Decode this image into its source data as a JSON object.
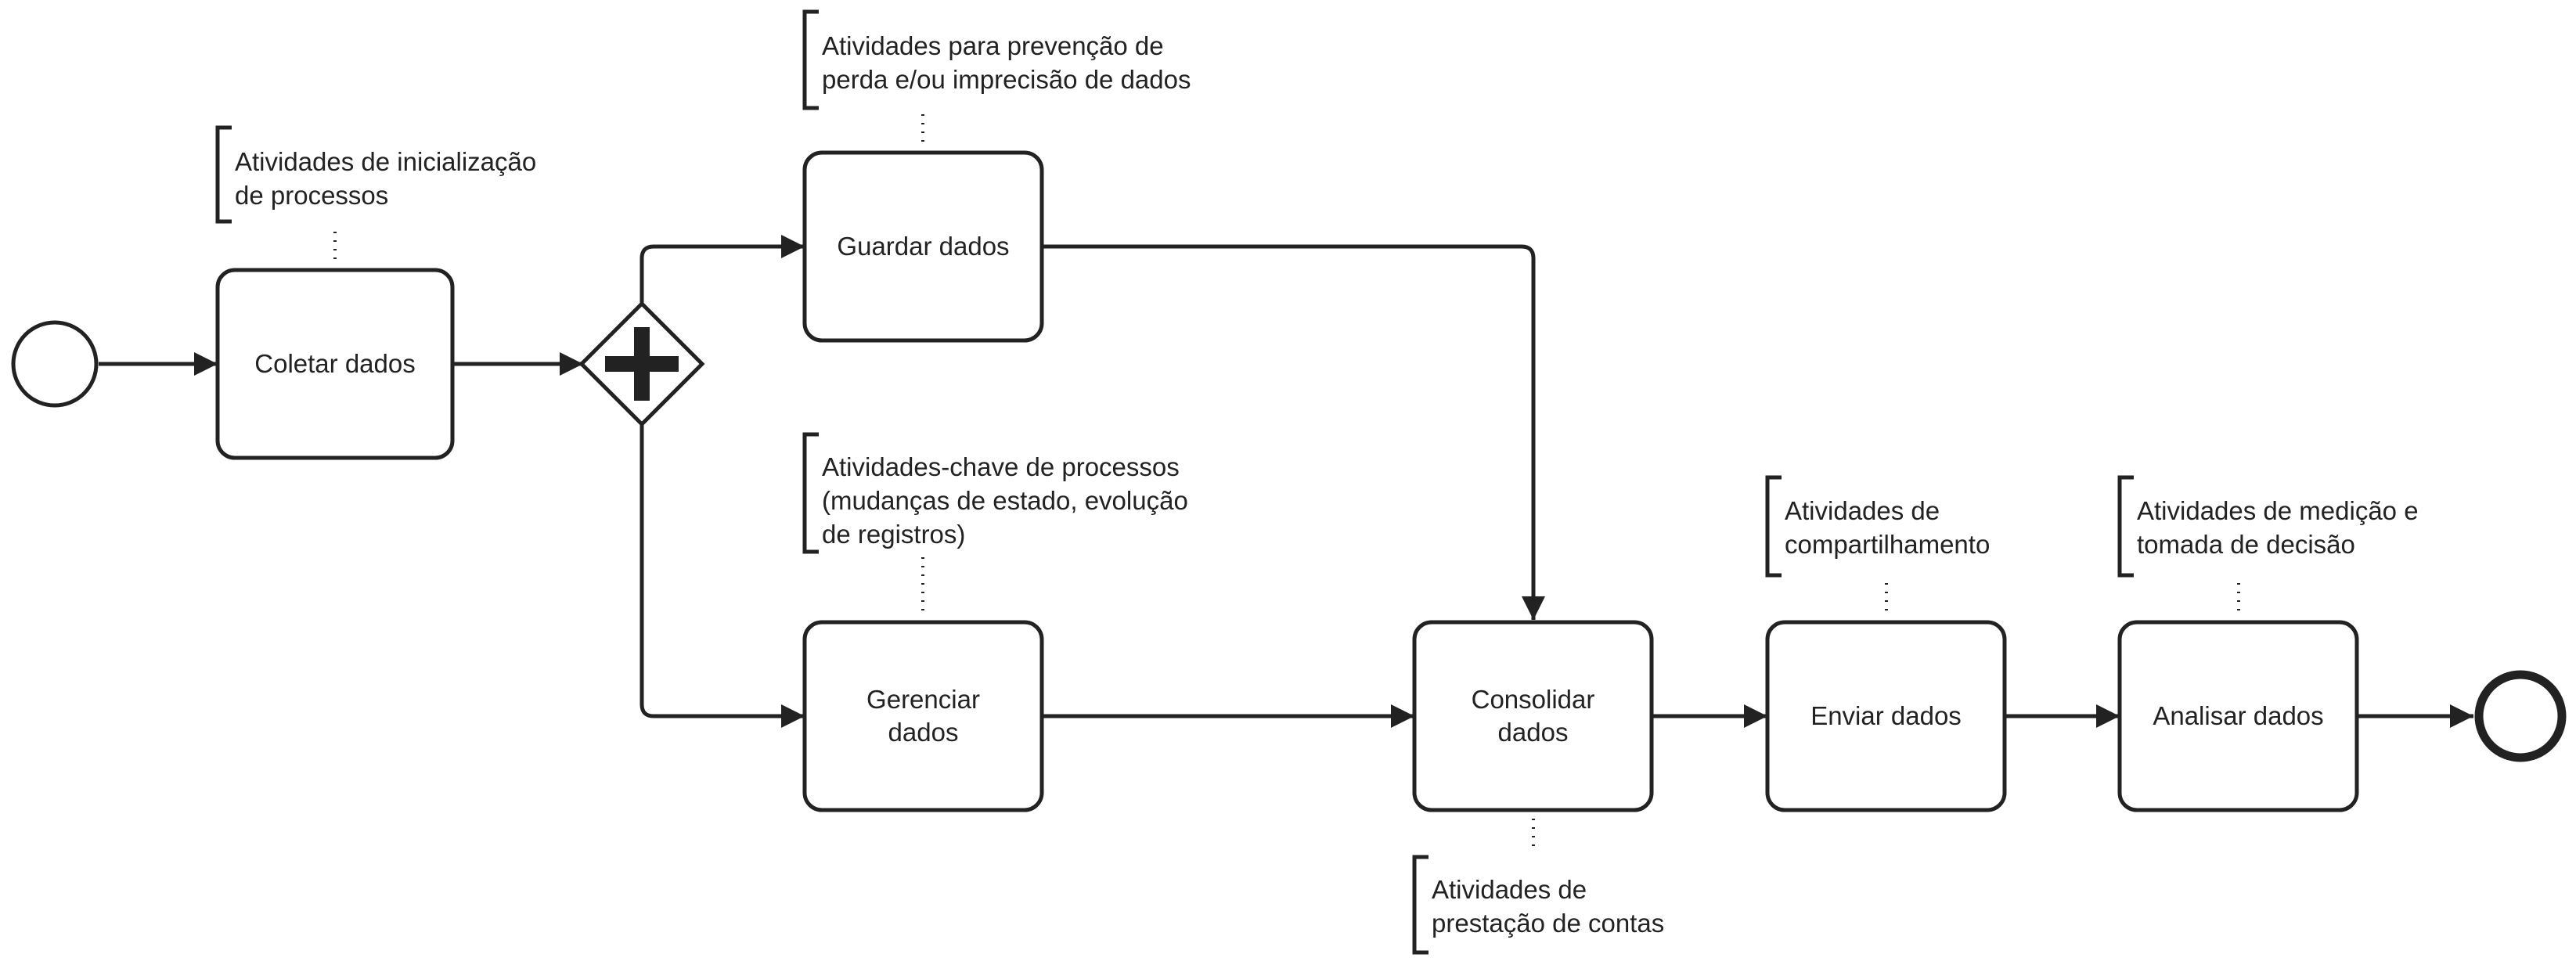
{
  "colors": {
    "stroke": "#222222",
    "fill": "#ffffff"
  },
  "events": {
    "start": {
      "icon": "start-event-circle-icon"
    },
    "end": {
      "icon": "end-event-circle-icon"
    }
  },
  "gateway": {
    "icon": "parallel-gateway-plus-icon"
  },
  "tasks": {
    "coletar": {
      "lines": [
        "Coletar dados"
      ]
    },
    "guardar": {
      "lines": [
        "Guardar dados"
      ]
    },
    "gerenciar": {
      "lines": [
        "Gerenciar",
        "dados"
      ]
    },
    "consolidar": {
      "lines": [
        "Consolidar",
        "dados"
      ]
    },
    "enviar": {
      "lines": [
        "Enviar dados"
      ]
    },
    "analisar": {
      "lines": [
        "Analisar dados"
      ]
    }
  },
  "annotations": {
    "inicializacao": {
      "lines": [
        "Atividades de inicialização",
        "de processos"
      ]
    },
    "prevencao": {
      "lines": [
        "Atividades para prevenção de",
        "perda e/ou imprecisão de dados"
      ]
    },
    "chave": {
      "lines": [
        "Atividades-chave de processos",
        "(mudanças de estado, evolução",
        "de registros)"
      ]
    },
    "prestacao": {
      "lines": [
        "Atividades de",
        "prestação de contas"
      ]
    },
    "compartilhamento": {
      "lines": [
        "Atividades de",
        "compartilhamento"
      ]
    },
    "medicao": {
      "lines": [
        "Atividades de medição e",
        "tomada de decisão"
      ]
    }
  }
}
